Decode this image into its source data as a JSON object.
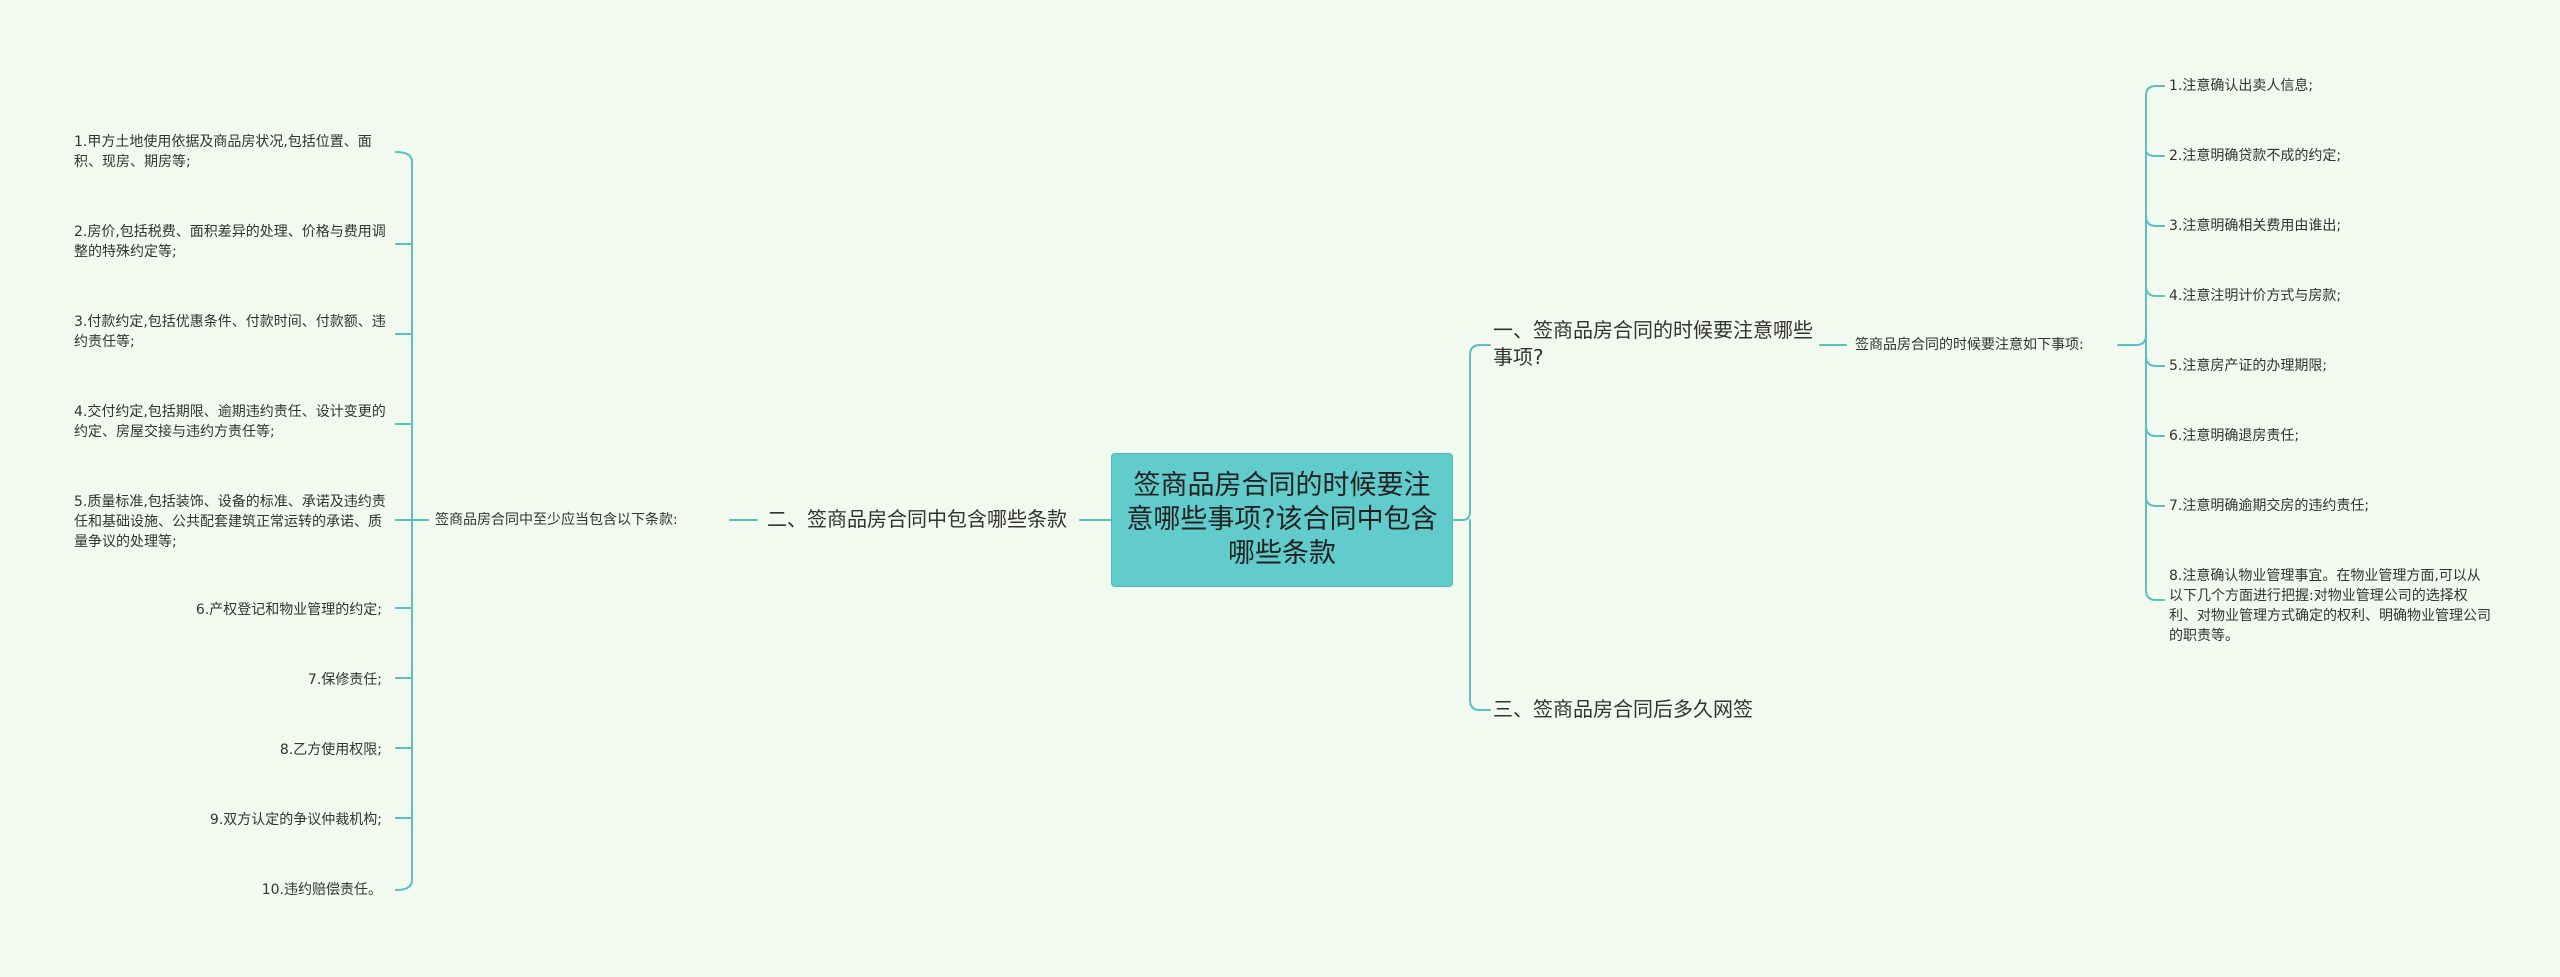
{
  "colors": {
    "background": "#f2f9ef",
    "root_fill": "#62cccc",
    "connector": "#5cbfc4",
    "text": "#333333"
  },
  "root": {
    "text": "签商品房合同的时候要注意哪些事项?该合同中包含哪些条款"
  },
  "right": {
    "branch1": {
      "title": "一、签商品房合同的时候要注意哪些事项?",
      "sub": "签商品房合同的时候要注意如下事项:",
      "items": [
        "1.注意确认出卖人信息;",
        "2.注意明确贷款不成的约定;",
        "3.注意明确相关费用由谁出;",
        "4.注意注明计价方式与房款;",
        "5.注意房产证的办理期限;",
        "6.注意明确退房责任;",
        "7.注意明确逾期交房的违约责任;",
        "8.注意确认物业管理事宜。在物业管理方面,可以从以下几个方面进行把握:对物业管理公司的选择权利、对物业管理方式确定的权利、明确物业管理公司的职责等。"
      ]
    },
    "branch3": {
      "title": "三、签商品房合同后多久网签"
    }
  },
  "left": {
    "branch2": {
      "title": "二、签商品房合同中包含哪些条款",
      "sub": "签商品房合同中至少应当包含以下条款:",
      "items": [
        "1.甲方土地使用依据及商品房状况,包括位置、面积、现房、期房等;",
        "2.房价,包括税费、面积差异的处理、价格与费用调整的特殊约定等;",
        "3.付款约定,包括优惠条件、付款时间、付款额、违约责任等;",
        "4.交付约定,包括期限、逾期违约责任、设计变更的约定、房屋交接与违约方责任等;",
        "5.质量标准,包括装饰、设备的标准、承诺及违约责任和基础设施、公共配套建筑正常运转的承诺、质量争议的处理等;",
        "6.产权登记和物业管理的约定;",
        "7.保修责任;",
        "8.乙方使用权限;",
        "9.双方认定的争议仲裁机构;",
        "10.违约赔偿责任。"
      ]
    }
  }
}
